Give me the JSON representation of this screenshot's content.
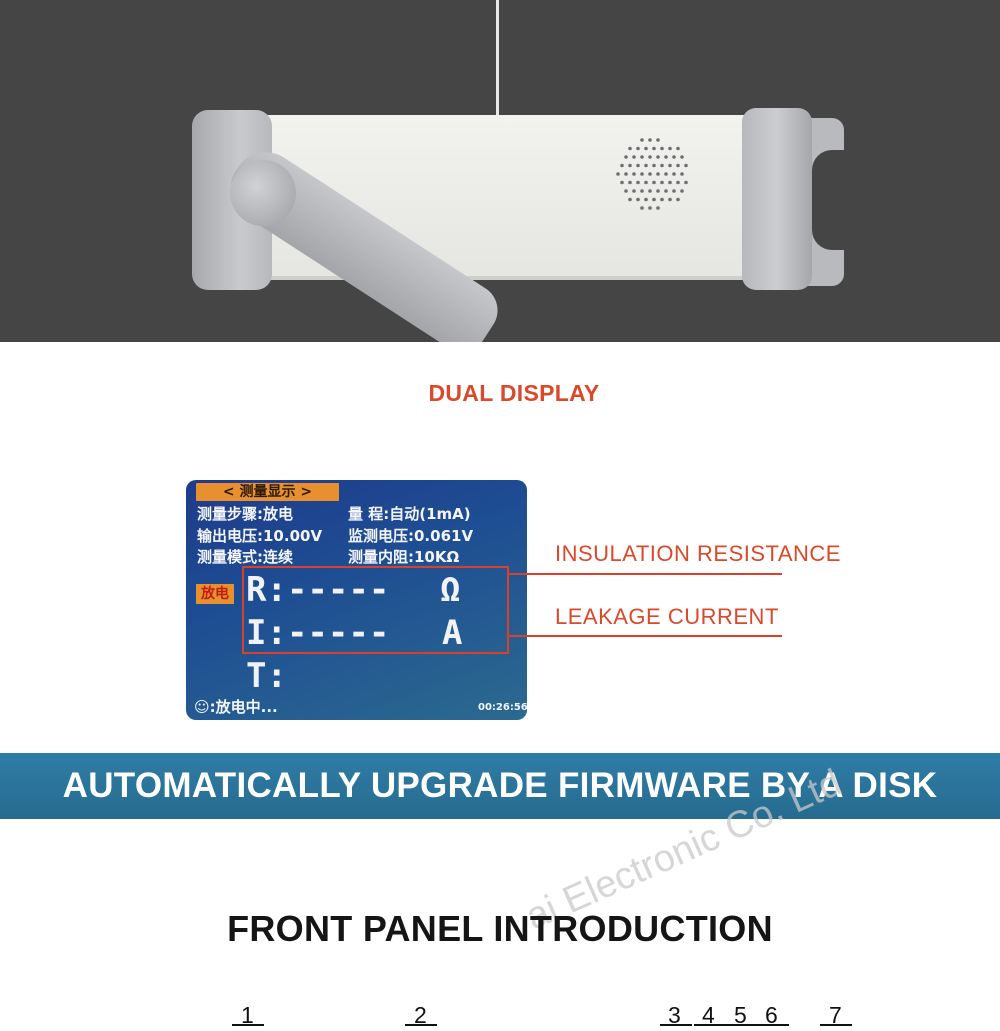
{
  "headings": {
    "dual_display": "DUAL DISPLAY",
    "banner": "AUTOMATICALLY UPGRADE FIRMWARE BY A DISK",
    "front_panel": "FRONT PANEL INTRODUCTION"
  },
  "watermark": "ai Electronic Co. Ltd",
  "lcd": {
    "tab": "<  测量显示  >",
    "rows": [
      {
        "left": "测量步骤:放电",
        "right": "量   程:自动(1mA)"
      },
      {
        "left": "输出电压:10.00V",
        "right": "监测电压:0.061V"
      },
      {
        "left": "测量模式:连续",
        "right": "测量内阻:10KΩ"
      }
    ],
    "badge": "放电",
    "r_label": "R:-----",
    "r_unit": "Ω",
    "i_label": "I:-----",
    "i_unit": "A",
    "t_label": "T:",
    "status": "☺:放电中...",
    "time": "00:26:56"
  },
  "callouts": {
    "insulation": "INSULATION RESISTANCE",
    "leakage": "LEAKAGE CURRENT"
  },
  "panel_numbers": [
    "1",
    "2",
    "3",
    "4",
    "5",
    "6",
    "7"
  ],
  "colors": {
    "accent": "#d9492a",
    "banner": "#2a739a",
    "photo_bg": "#454545"
  }
}
